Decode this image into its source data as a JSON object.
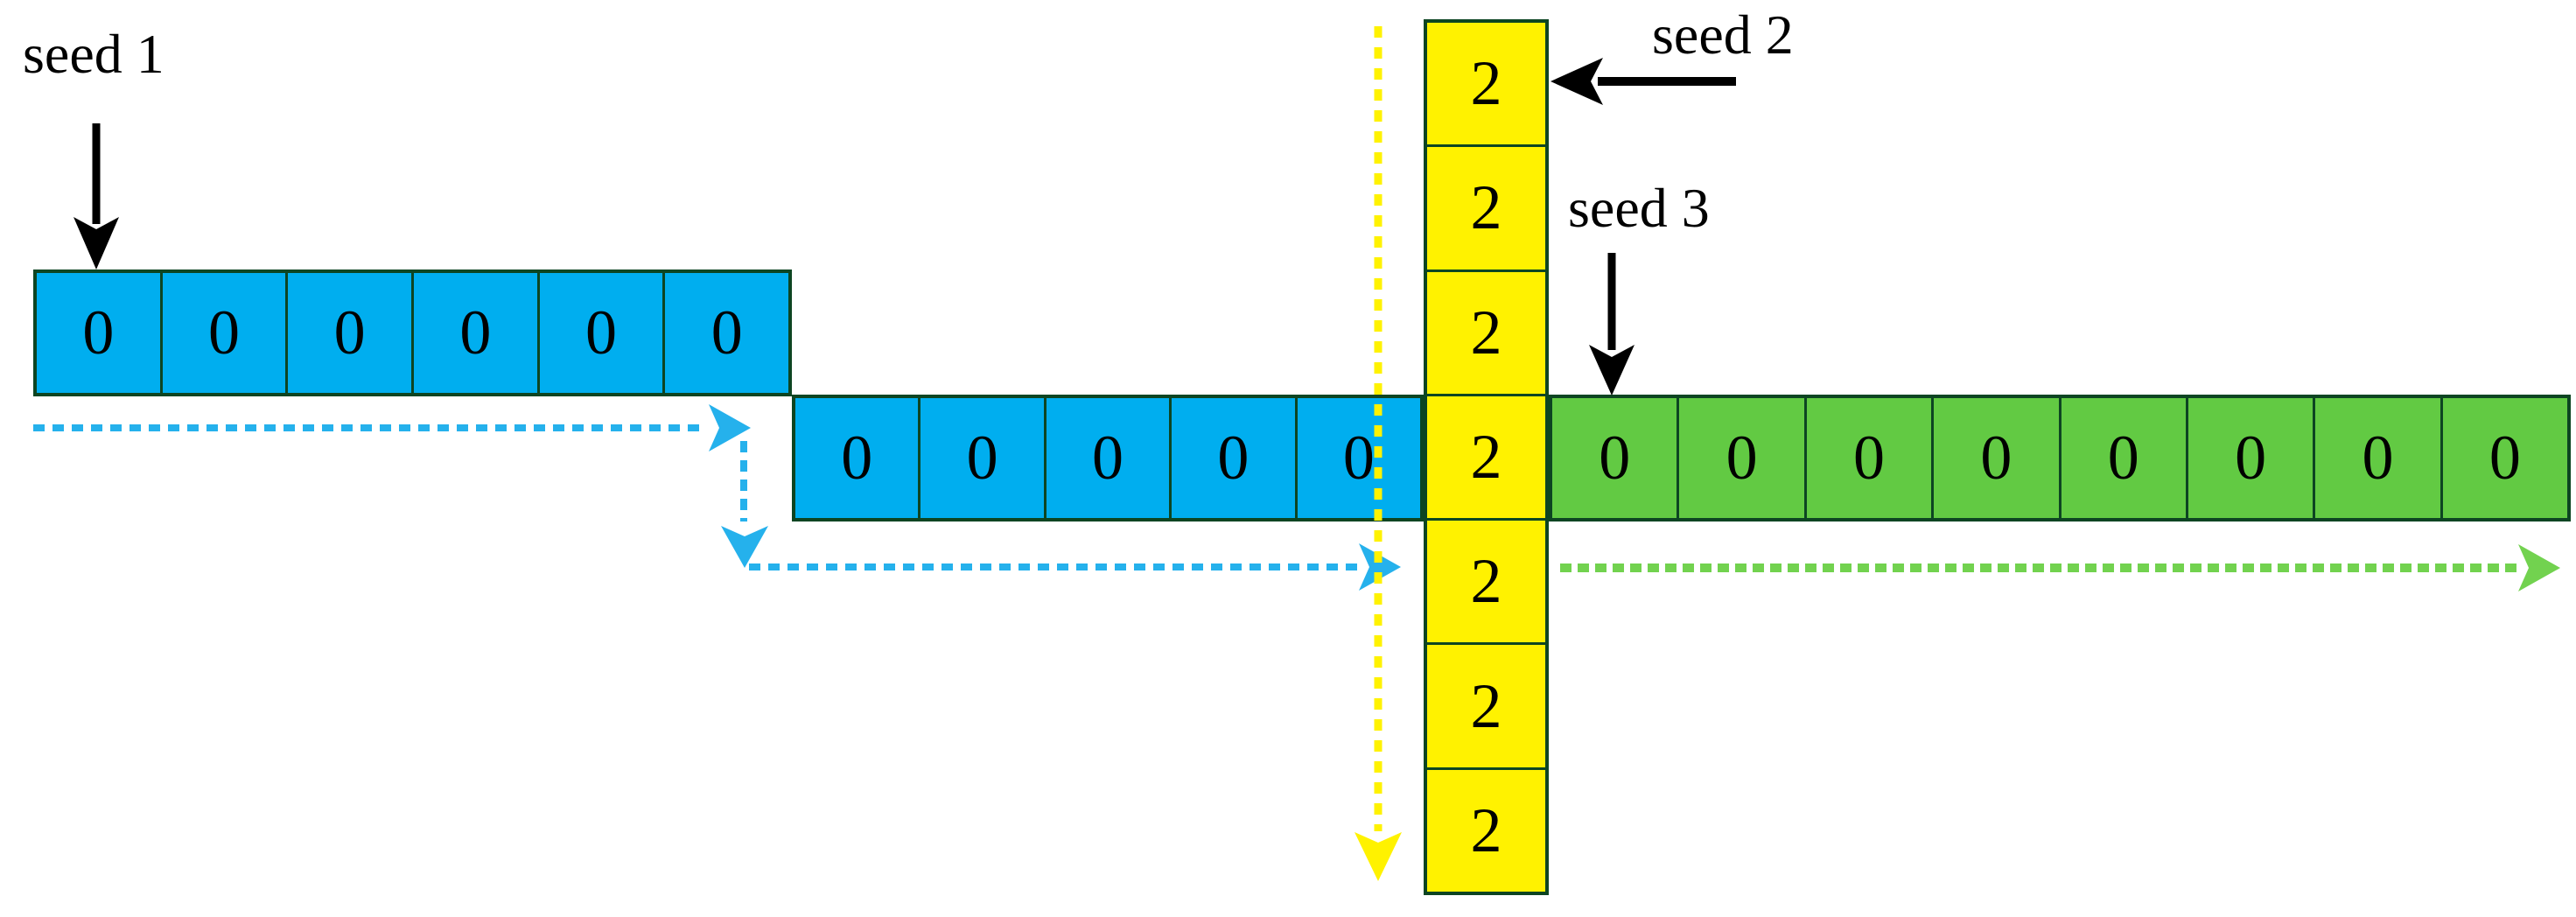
{
  "labels": {
    "seed1": "seed 1",
    "seed2": "seed 2",
    "seed3": "seed 3"
  },
  "arrays": {
    "seed1_segment_a": {
      "values": [
        "0",
        "0",
        "0",
        "0",
        "0",
        "0"
      ]
    },
    "seed1_segment_b": {
      "values": [
        "0",
        "0",
        "0",
        "0",
        "0"
      ]
    },
    "seed2_column": {
      "values": [
        "2",
        "2",
        "2",
        "2",
        "2",
        "2",
        "2"
      ]
    },
    "seed3_row": {
      "values": [
        "0",
        "0",
        "0",
        "0",
        "0",
        "0",
        "0",
        "0"
      ]
    }
  },
  "colors": {
    "background": "#FFFFFF",
    "cell_blue": "#00AEEF",
    "cell_yellow": "#FFF200",
    "cell_green": "#62CA43",
    "border_green": "#0D4522",
    "arrow_blue": "#25B1EC",
    "arrow_yellow": "#FFF200",
    "arrow_green": "#72D24F",
    "arrow_black": "#000000",
    "text_black": "#000000"
  }
}
